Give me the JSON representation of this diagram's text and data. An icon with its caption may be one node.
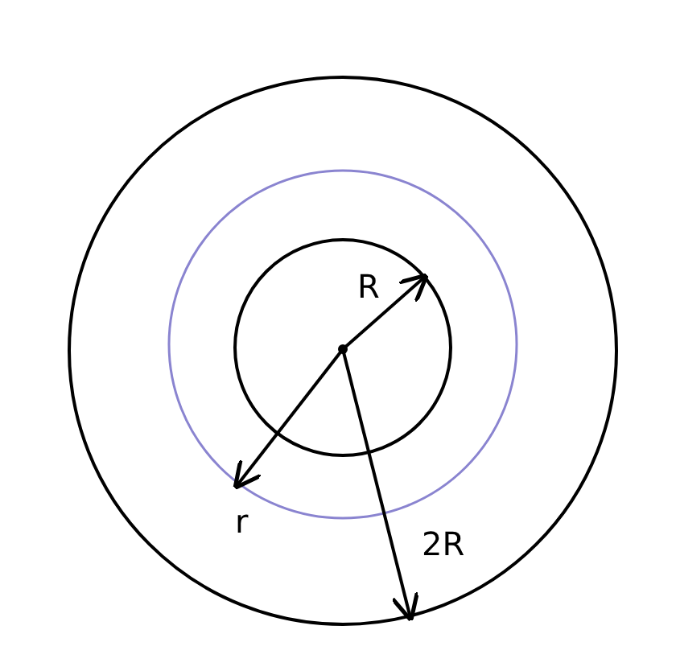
{
  "diagram": {
    "labels": [
      "R",
      "r",
      "2R"
    ]
  }
}
